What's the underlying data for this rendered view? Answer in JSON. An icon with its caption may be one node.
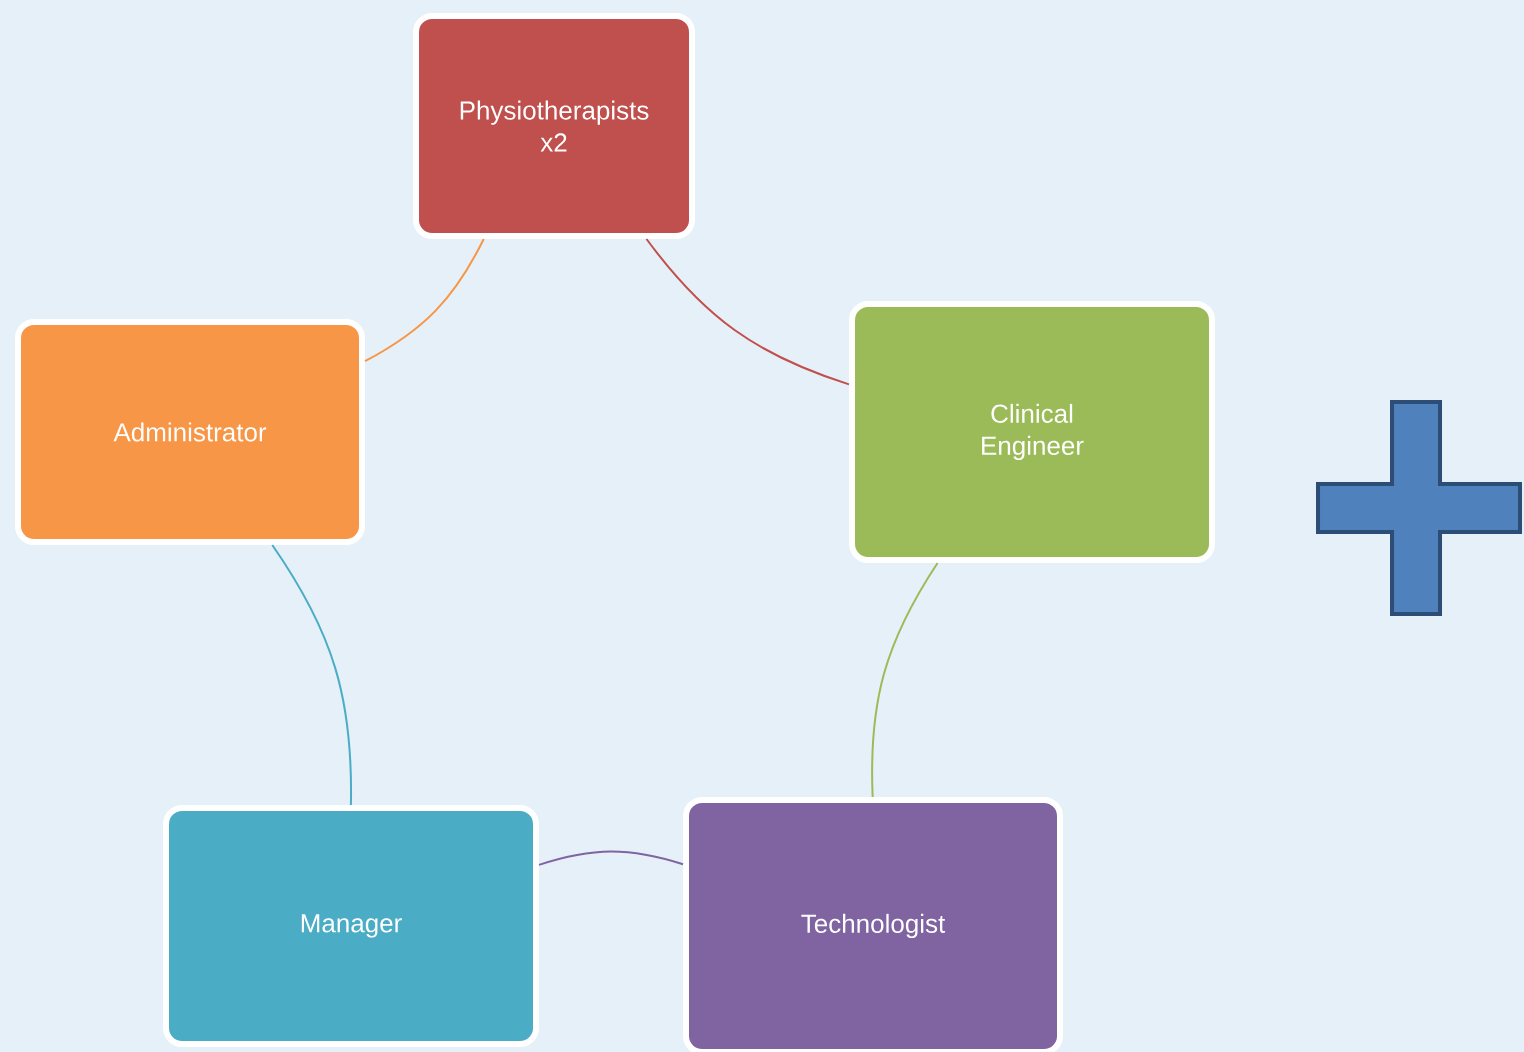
{
  "diagram": {
    "nodes": [
      {
        "text": [
          "Physiotherapists x2"
        ]
      },
      {
        "text": [
          "Clinical Engineer"
        ]
      },
      {
        "text": [
          "Technologist"
        ]
      },
      {
        "text": [
          "Manager"
        ]
      },
      {
        "text": [
          "Administrator"
        ]
      },
      {
        "text": [],
        "shape": "cross"
      }
    ],
    "edges": [
      {
        "from": 0,
        "to": 1,
        "arrow": "none",
        "color": "#c0504d"
      },
      {
        "from": 1,
        "to": 2,
        "arrow": "none",
        "color": "#9bbb59"
      },
      {
        "from": 2,
        "to": 3,
        "arrow": "none",
        "color": "#8064a2"
      },
      {
        "from": 3,
        "to": 4,
        "arrow": "none",
        "color": "#4bacc6"
      },
      {
        "from": 4,
        "to": 0,
        "arrow": "none",
        "color": "#f79646"
      }
    ]
  }
}
